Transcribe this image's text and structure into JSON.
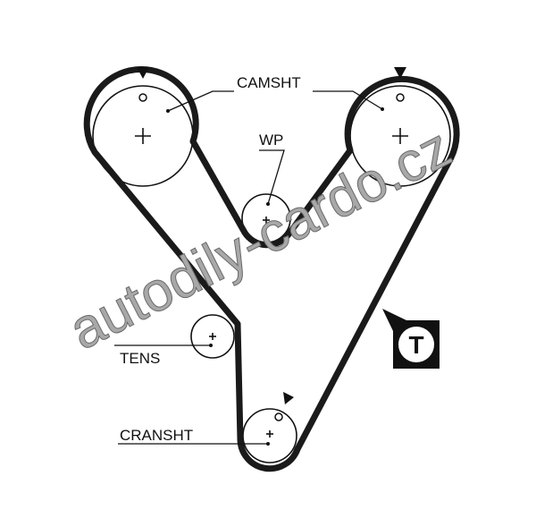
{
  "labels": {
    "camshaft": "CAMSHT",
    "water_pump": "WP",
    "tensioner": "TENS",
    "crankshaft": "CRANSHT"
  },
  "tensioner_symbol": "T",
  "watermark": "autodily-cardo.cz",
  "colors": {
    "belt": "#1a1a1a",
    "watermark": "#a8a8a8"
  }
}
